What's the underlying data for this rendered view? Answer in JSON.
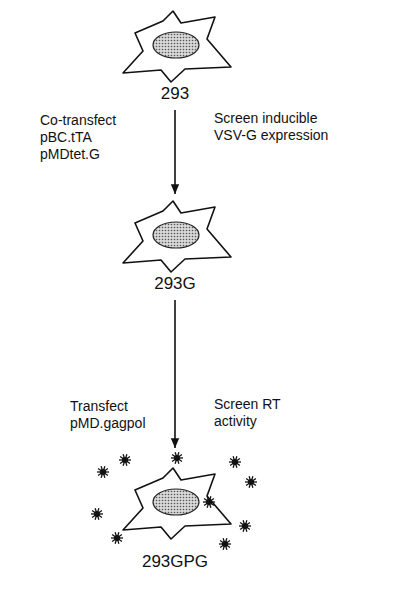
{
  "diagram": {
    "nodes": [
      {
        "text": [
          "293"
        ]
      },
      {
        "text": [
          "293G"
        ]
      },
      {
        "text": [
          "293GPG"
        ]
      }
    ],
    "edges": [
      {
        "from": 0,
        "to": 1,
        "arrow": "to"
      },
      {
        "from": 1,
        "to": 2,
        "arrow": "to"
      }
    ],
    "labels": [
      "Co-transfect pBC.tTA pMDtet.G",
      "Screen inducible VSV-G expression",
      "Transfect pMD.gagpol",
      "Screen RT activity"
    ]
  }
}
